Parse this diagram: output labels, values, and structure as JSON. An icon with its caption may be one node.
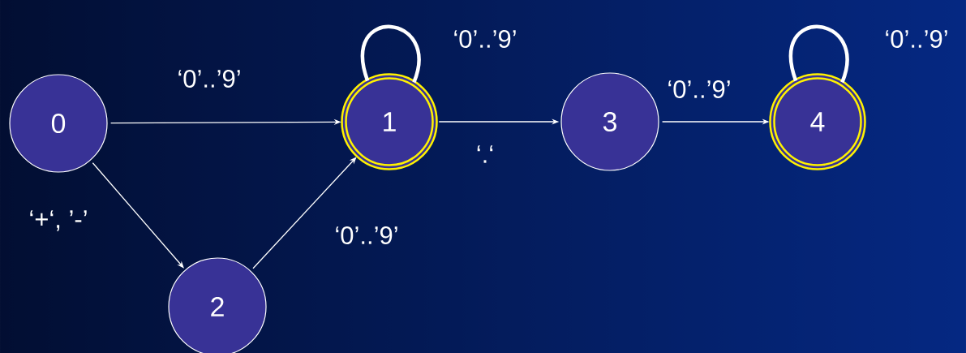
{
  "diagram": {
    "nodes": [
      {
        "text": [
          "0"
        ]
      },
      {
        "text": [
          "1"
        ]
      },
      {
        "text": [
          "2"
        ]
      },
      {
        "text": [
          "3"
        ]
      },
      {
        "text": [
          "4"
        ]
      }
    ],
    "edges": [
      {
        "from": 0,
        "to": 1,
        "arrow": "to",
        "label": "‘0’..’9’"
      },
      {
        "from": 1,
        "to": 1,
        "arrow": "none",
        "label": "‘0’..’9’",
        "style": "thick"
      },
      {
        "from": 0,
        "to": 2,
        "arrow": "to",
        "label": "‘+‘, ’-’"
      },
      {
        "from": 2,
        "to": 1,
        "arrow": "to",
        "label": "‘0’..’9’"
      },
      {
        "from": 1,
        "to": 3,
        "arrow": "to",
        "label": "‘.‘"
      },
      {
        "from": 3,
        "to": 4,
        "arrow": "to",
        "label": "‘0’..’9’"
      },
      {
        "from": 4,
        "to": 4,
        "arrow": "none",
        "label": "‘0’..’9’",
        "style": "thick"
      }
    ]
  }
}
